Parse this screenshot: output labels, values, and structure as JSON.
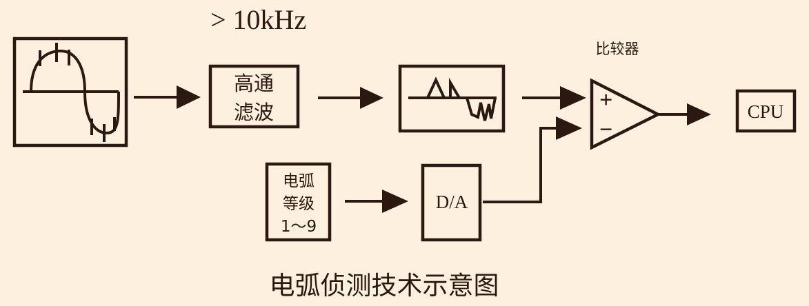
{
  "colors": {
    "background": "#fdf0de",
    "ink": "#2b1810"
  },
  "diagram": {
    "caption": "电弧侦测技术示意图",
    "frequency_label": "> 10kHz",
    "comparator_label": "比较器",
    "nodes": {
      "signal_source": {
        "name": "signal-source-waveform",
        "description": "sine wave with arc noise spikes"
      },
      "high_pass_filter": {
        "line1": "高通",
        "line2": "滤波"
      },
      "filtered_waveform": {
        "name": "filtered-waveform",
        "description": "high frequency arc spikes"
      },
      "comparator": {
        "plus": "+",
        "minus": "−"
      },
      "cpu": {
        "label": "CPU"
      },
      "arc_level": {
        "line1": "电弧",
        "line2": "等级",
        "line3": "1～9"
      },
      "dac": {
        "label": "D/A"
      }
    }
  }
}
